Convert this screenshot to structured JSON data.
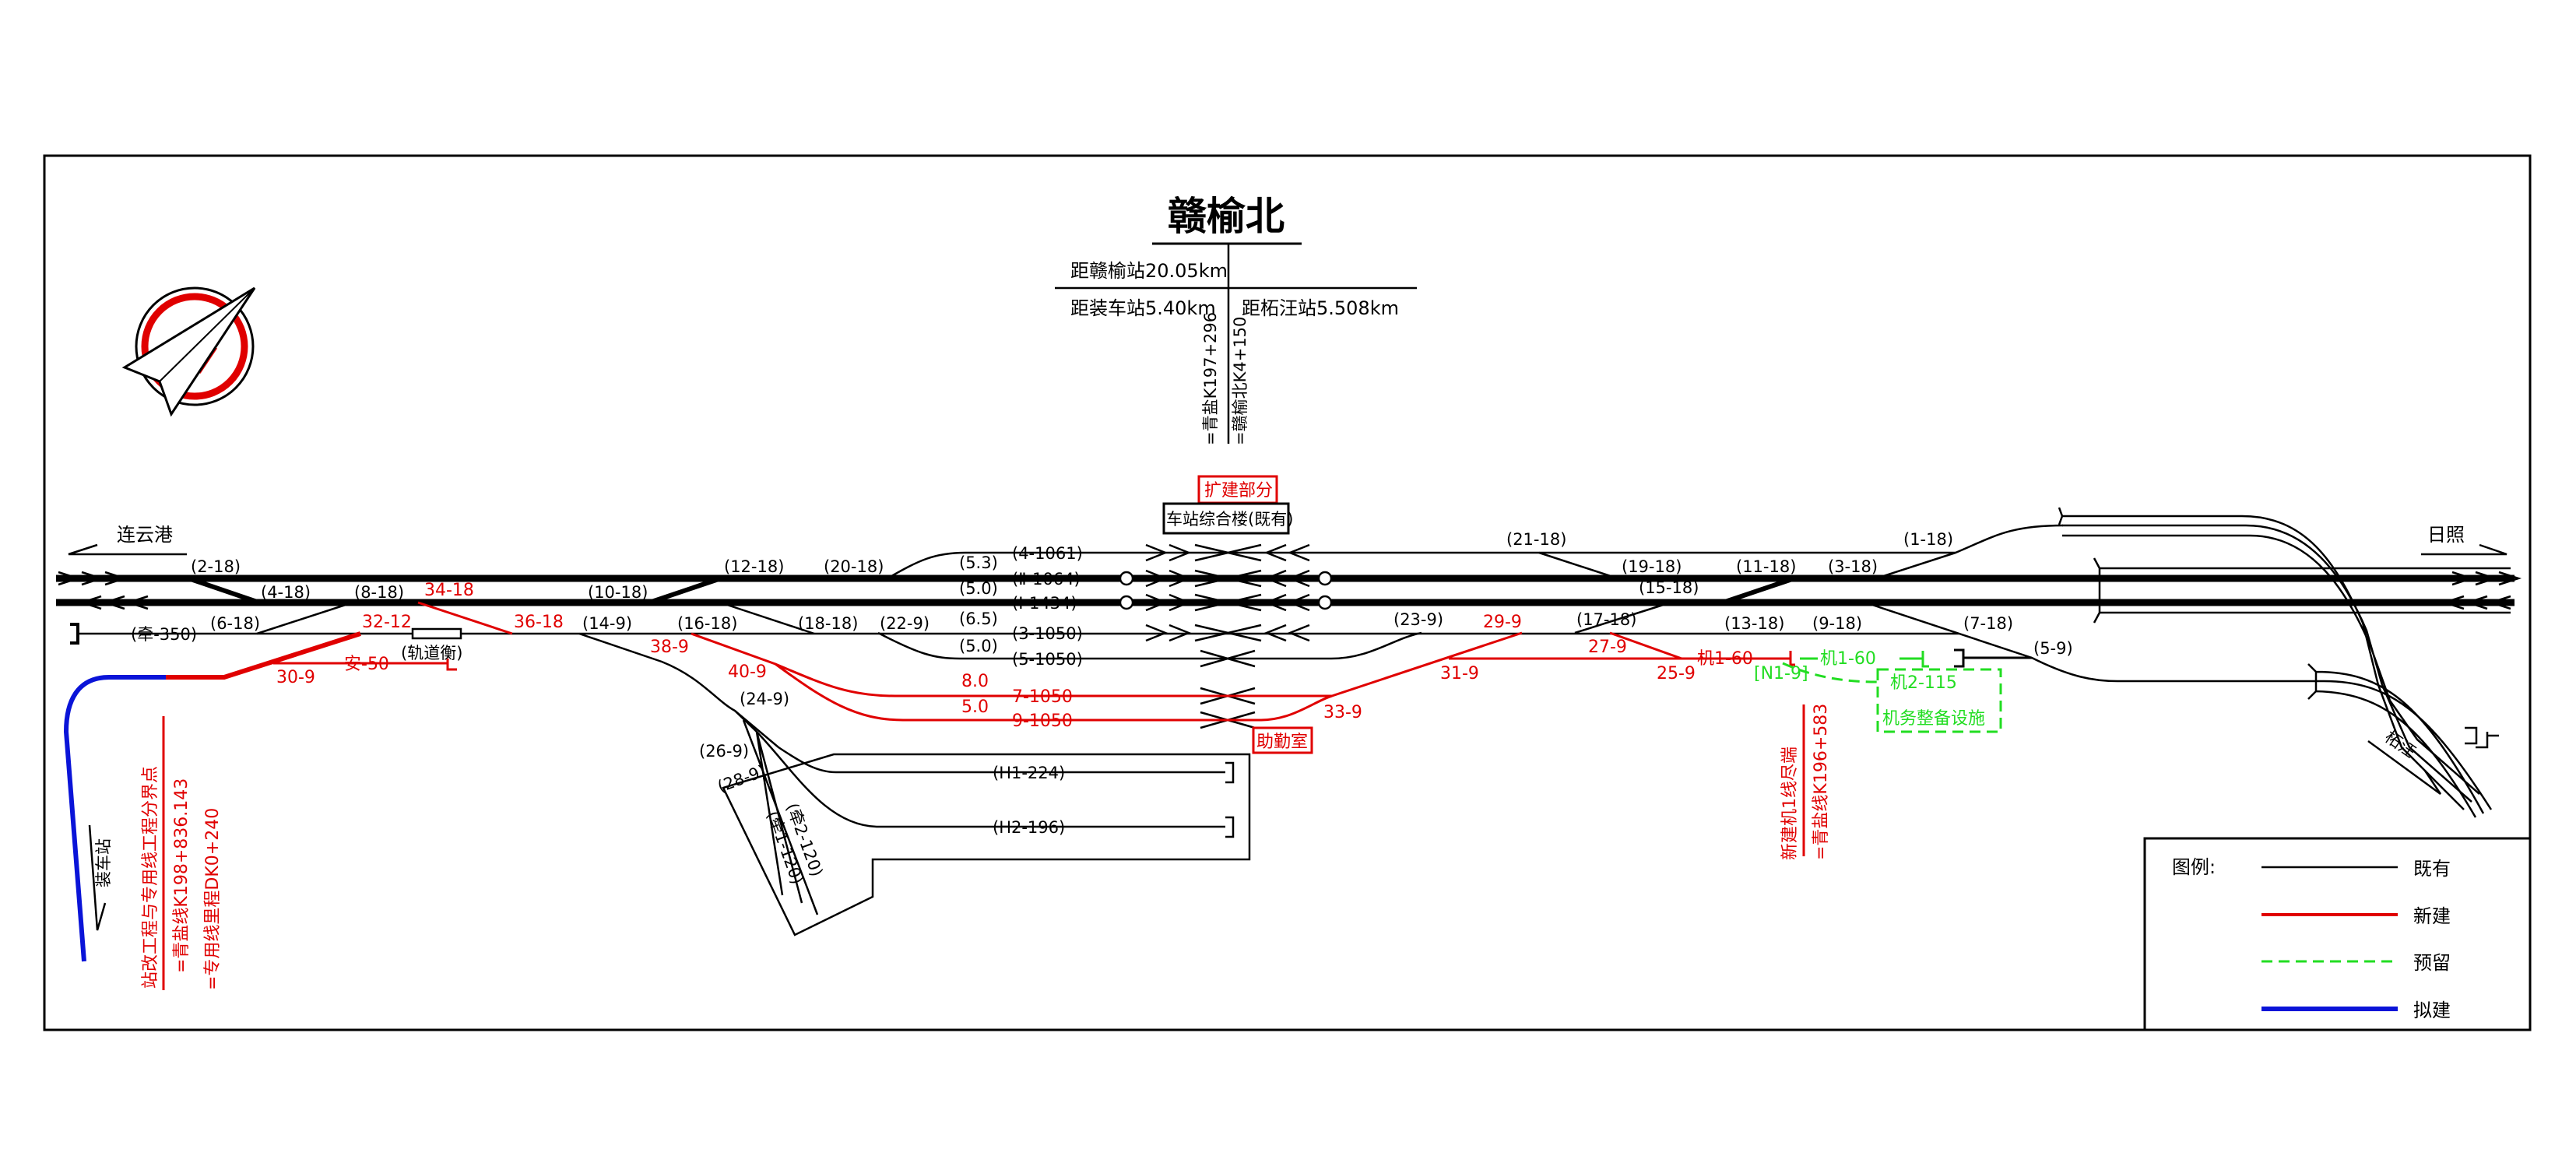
{
  "title": "赣榆北",
  "distances": {
    "to_ganyu": "距赣榆站20.05km",
    "to_loading": "距装车站5.40km",
    "to_zhewang": "距柘汪站5.508km"
  },
  "mileage": {
    "qingyan": "=青盐K197+296",
    "ganyubei": "=赣榆北K4+150"
  },
  "boxes": {
    "expansion": "扩建部分",
    "station_building": "车站综合楼(既有)",
    "duty_room": "助勤室",
    "depot_facility": "机务整备设施"
  },
  "directions": {
    "lianyungang": "连云港",
    "rizhao": "日照",
    "zhewang": "柘汪",
    "loading_station": "装车站"
  },
  "black_labels": [
    "(2-18)",
    "(4-18)",
    "(8-18)",
    "(6-18)",
    "(10-18)",
    "(12-18)",
    "(14-9)",
    "(16-18)",
    "(18-18)",
    "(20-18)",
    "(22-9)",
    "(5.3)",
    "(5.0)",
    "(6.5)",
    "(5.0)",
    "(4-1061)",
    "(Ⅱ-1064)",
    "(Ⅰ-1434)",
    "(3-1050)",
    "(5-1050)",
    "(21-18)",
    "(19-18)",
    "(15-18)",
    "(17-18)",
    "(23-9)",
    "(11-18)",
    "(13-18)",
    "(3-18)",
    "(9-18)",
    "(1-18)",
    "(7-18)",
    "(5-9)",
    "(24-9)",
    "(26-9)",
    "(28-9)",
    "(H1-224)",
    "(H2-196)",
    "(牵1-120)",
    "(牵2-120)",
    "(牵-350)",
    "(轨道衡)"
  ],
  "red_labels": [
    "34-18",
    "32-12",
    "36-18",
    "30-9",
    "安-50",
    "38-9",
    "40-9",
    "8.0",
    "5.0",
    "7-1050",
    "9-1050",
    "29-9",
    "31-9",
    "27-9",
    "25-9",
    "33-9",
    "机1-60"
  ],
  "green_labels": [
    "机1-60",
    "[N1-9]",
    "机2-115"
  ],
  "notes": {
    "boundary_title": "站改工程与专用线工程分界点",
    "boundary_k1": "=青盐线K198+836.143",
    "boundary_k2": "=专用线里程DK0+240",
    "depot_end_title": "新建机1线尽端",
    "depot_end_k": "=青盐线K196+583"
  },
  "legend": {
    "title": "图例:",
    "items": [
      {
        "label": "既有",
        "color": "#000000"
      },
      {
        "label": "新建",
        "color": "#e00000"
      },
      {
        "label": "预留",
        "color": "#22dd22"
      },
      {
        "label": "拟建",
        "color": "#0a14d8"
      }
    ]
  }
}
